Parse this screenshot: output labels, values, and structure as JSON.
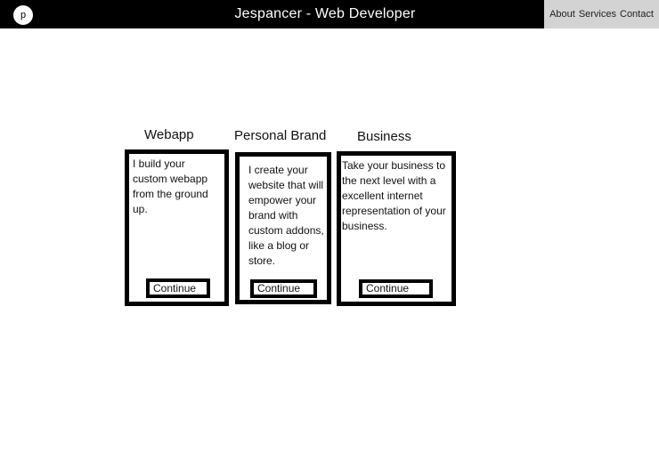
{
  "header": {
    "logo_letter": "p",
    "title": "Jespancer - Web Developer",
    "nav": [
      "About",
      "Services",
      "Contact"
    ]
  },
  "cards": [
    {
      "title": "Webapp",
      "text": "I build your custom webapp from the ground up.",
      "button": "Continue"
    },
    {
      "title": "Personal Brand",
      "text": "I create your website that will empower your brand with custom addons, like a blog or store.",
      "button": "Continue"
    },
    {
      "title": "Business",
      "text": "Take your business to the next level with a excellent internet representation of your business.",
      "button": "Continue"
    }
  ],
  "colors": {
    "header_bg": "#000000",
    "nav_bg": "#d3d3d3"
  }
}
